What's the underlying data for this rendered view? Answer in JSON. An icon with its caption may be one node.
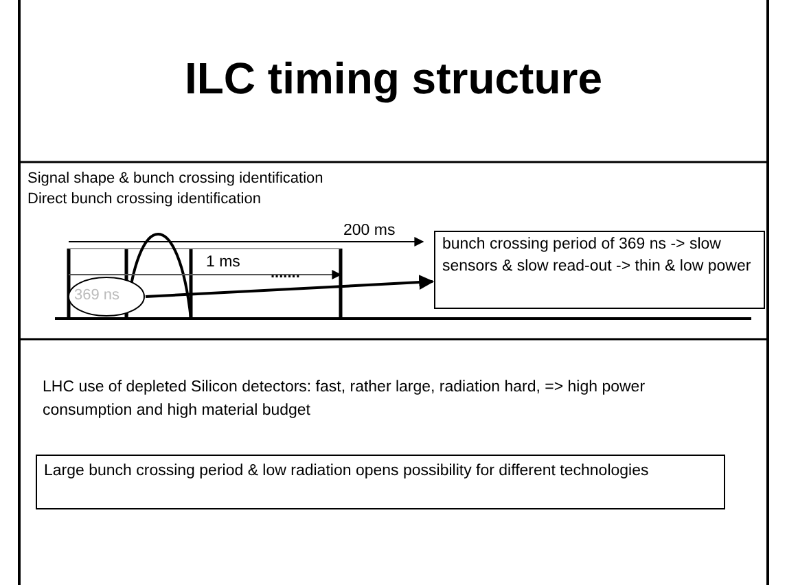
{
  "diagram": {
    "title": "ILC timing structure",
    "nodes": [
      {
        "text": [
          "369 ns"
        ]
      },
      {
        "text": [
          "bunch crossing period of 369 ns -> slow sensors & slow read-out -> thin & low power"
        ]
      },
      {
        "text": [
          "Large bunch crossing period & low radiation opens possibility for different technologies"
        ]
      }
    ],
    "edges": [
      {
        "from": 0,
        "to": 1,
        "arrow": "to"
      }
    ],
    "labels": [
      "Signal shape & bunch crossing identification",
      "Direct bunch crossing identification",
      "200 ms",
      "1 ms",
      ".......",
      "LHC use of depleted Silicon detectors: fast, rather large, radiation hard,  => high power consumption and high material budget"
    ]
  }
}
